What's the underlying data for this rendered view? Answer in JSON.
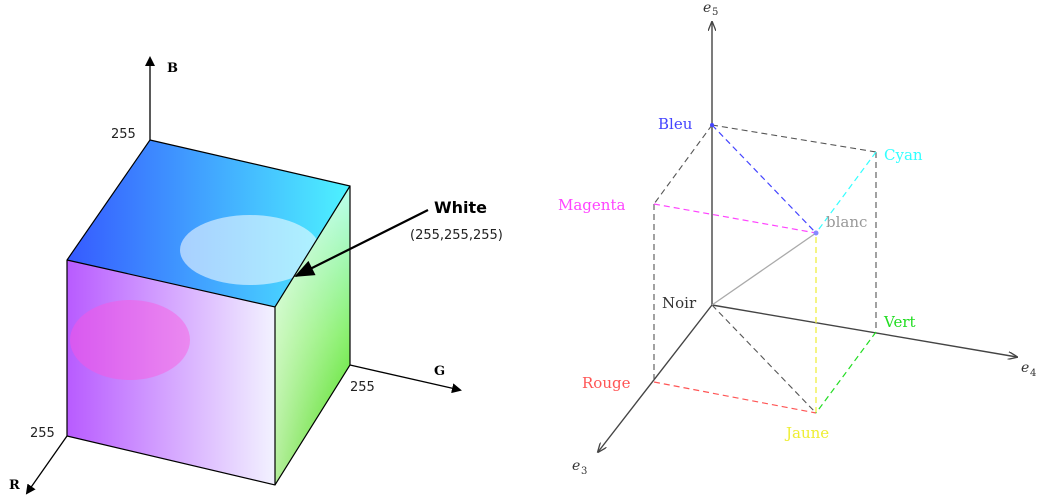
{
  "left": {
    "axis_b": "B",
    "axis_g": "G",
    "axis_r": "R",
    "tick_b": "255",
    "tick_g": "255",
    "tick_r": "255",
    "white_title": "White",
    "white_value": "(255,255,255)"
  },
  "right": {
    "axis_e3_base": "e",
    "axis_e3_sub": "3",
    "axis_e4_base": "e",
    "axis_e4_sub": "4",
    "axis_e5_base": "e",
    "axis_e5_sub": "5",
    "vertices": {
      "noir": "Noir",
      "rouge": "Rouge",
      "vert": "Vert",
      "bleu": "Bleu",
      "jaune": "Jaune",
      "cyan": "Cyan",
      "magenta": "Magenta",
      "blanc": "blanc"
    },
    "colors": {
      "rouge": "#ff5555",
      "vert": "#22dd22",
      "bleu": "#4444ff",
      "jaune": "#eeee33",
      "cyan": "#33ffff",
      "magenta": "#ff44ff",
      "blanc": "#999999",
      "noir": "#333333"
    }
  }
}
